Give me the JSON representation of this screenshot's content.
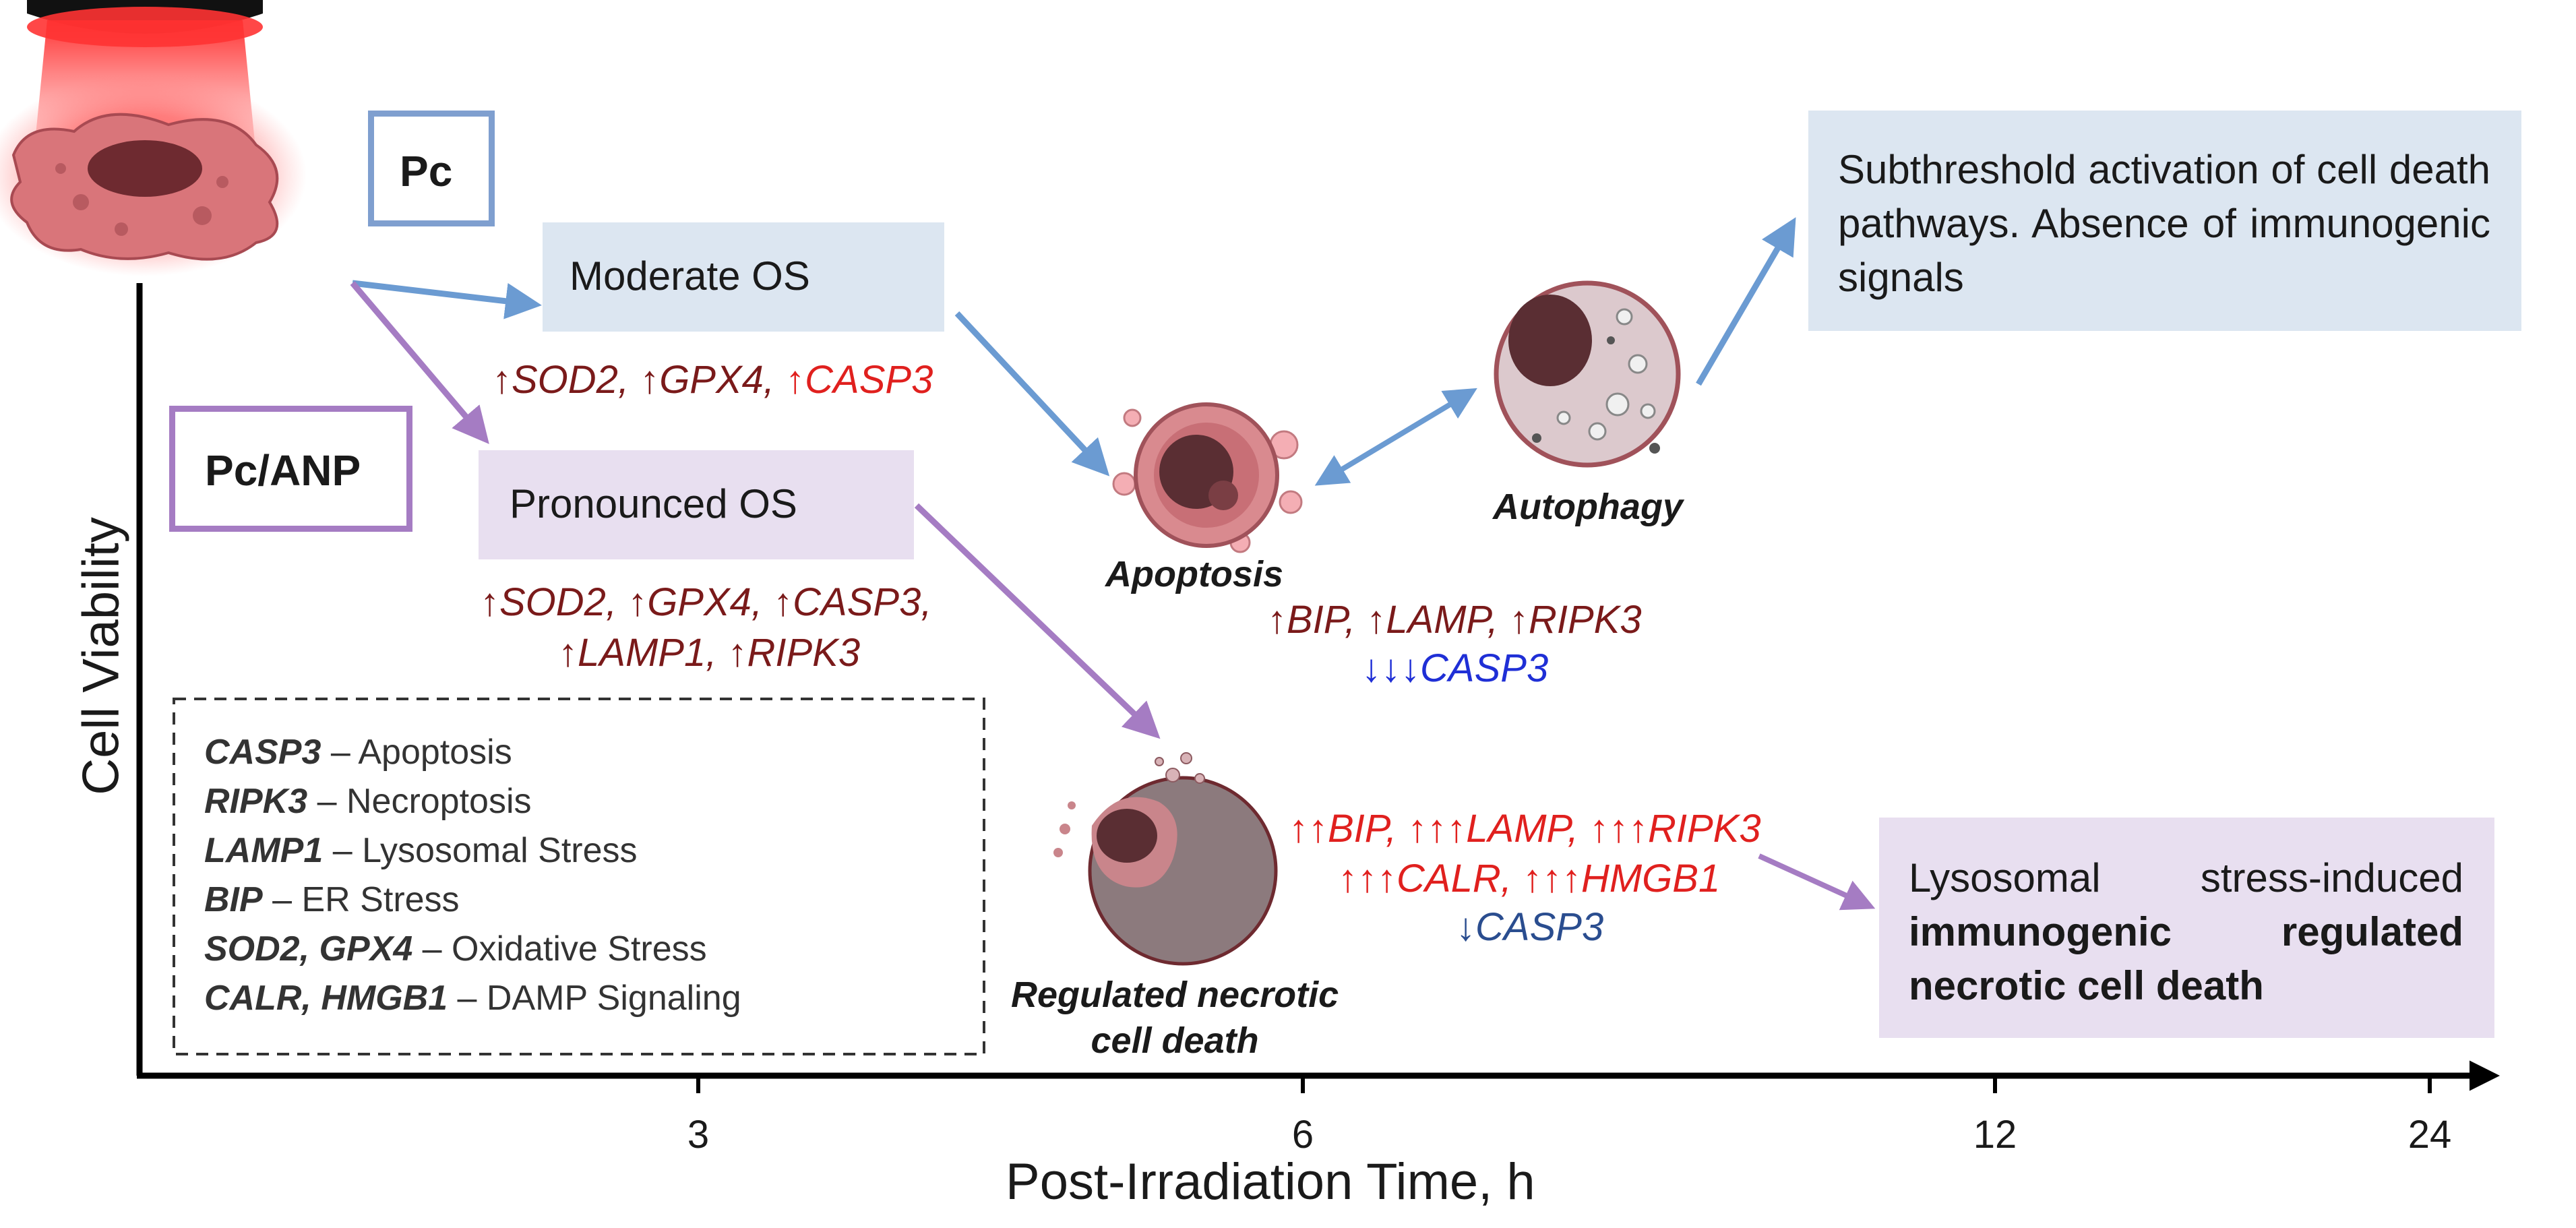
{
  "labels": {
    "pc": "Pc",
    "pc_anp": "Pc/ANP",
    "moderate_os": "Moderate OS",
    "pronounced_os": "Pronounced OS",
    "y_axis": "Cell Viability",
    "x_axis": "Post-Irradiation Time, h"
  },
  "x_ticks": [
    "3",
    "6",
    "12",
    "24"
  ],
  "moderate_markers": {
    "arrow": "↑",
    "sod2": "SOD2,",
    "gpx4": "GPX4,",
    "casp3": "CASP3"
  },
  "pronounced_markers": {
    "arrow": "↑",
    "sod2": "SOD2,",
    "gpx4": "GPX4,",
    "casp3": "CASP3,",
    "lamp1": "LAMP1,",
    "ripk3": "RIPK3"
  },
  "apoptosis_markers": {
    "up": "↑",
    "bip": "BIP,",
    "lamp": "LAMP,",
    "ripk3": "RIPK3",
    "down3": "↓↓↓",
    "casp3": "CASP3"
  },
  "necrotic_markers": {
    "up2": "↑↑",
    "up3": "↑↑↑",
    "bip": "BIP,",
    "lamp": "LAMP,",
    "ripk3": "RIPK3",
    "calr": "CALR,",
    "hmgb1": "HMGB1",
    "down": "↓",
    "casp3": "CASP3"
  },
  "cells": {
    "apoptosis": "Apoptosis",
    "autophagy": "Autophagy",
    "necrotic_line1": "Regulated necrotic",
    "necrotic_line2": "cell death"
  },
  "outcomes": {
    "blue_text": "Subthreshold activation of cell death pathways. Absence of immunogenic signals",
    "purple_line1": "Lysosomal stress-induced",
    "purple_line2": "immunogenic regulated necrotic cell death"
  },
  "legend": [
    {
      "gene": "CASP3",
      "desc": " – Apoptosis"
    },
    {
      "gene": "RIPK3",
      "desc": " – Necroptosis"
    },
    {
      "gene": "LAMP1",
      "desc": " –  Lysosomal Stress"
    },
    {
      "gene": "BIP",
      "desc": " – ER Stress"
    },
    {
      "gene": "SOD2, GPX4",
      "desc": " – Oxidative Stress"
    },
    {
      "gene": "CALR, HMGB1",
      "desc": " – DAMP Signaling"
    }
  ],
  "colors": {
    "blue_arrow": "#6b9bd2",
    "purple_arrow": "#a57cc3",
    "blue_fill": "#dce6f1",
    "purple_fill": "#e8dff0"
  }
}
